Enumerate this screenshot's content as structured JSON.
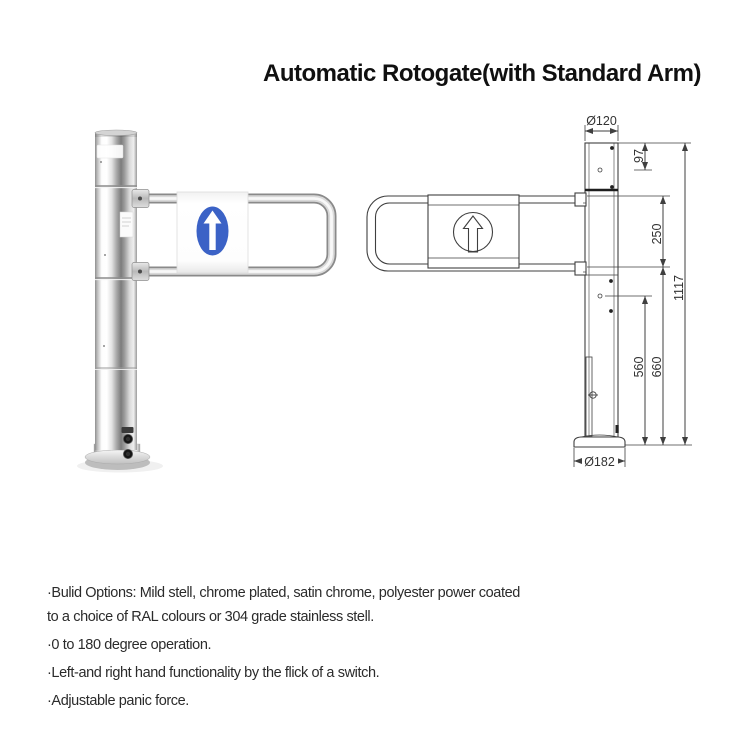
{
  "title": "Automatic Rotogate(with Standard Arm)",
  "colors": {
    "sign_blue": "#3b62c6",
    "drawing_line": "#3f3f3f",
    "body_text": "#2b2b2b"
  },
  "photo": {
    "description": "chrome rotogate post with swing arm hoop and blue up-arrow sign",
    "sign_icon": "up-arrow-icon"
  },
  "drawing": {
    "sign_icon": "up-arrow-icon",
    "labels": {
      "top_diameter": "Ø120",
      "head_height": "97",
      "arm_spacing": "250",
      "total_height": "1117",
      "lower_inner": "560",
      "lower_outer": "660",
      "base_diameter": "Ø182"
    }
  },
  "features": [
    "·Bulid Options: Mild stell, chrome plated, satin chrome, polyester power coated",
    "to a choice of RAL colours or 304 grade stainless stell.",
    "·0 to 180 degree operation.",
    "·Left-and right hand functionality by the flick of a switch.",
    "·Adjustable panic force."
  ]
}
